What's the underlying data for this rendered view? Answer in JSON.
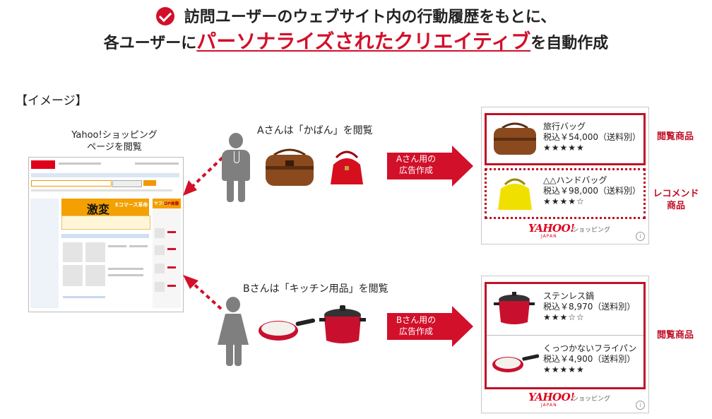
{
  "headline": {
    "line1": "訪問ユーザーのウェブサイト内の行動履歴をもとに、",
    "line2_prefix": "各ユーザーに",
    "line2_emphasis": "パーソナライズされたクリエイティブ",
    "line2_suffix": "を自動作成"
  },
  "image_label": "【イメージ】",
  "page_caption": [
    "Yahoo!ショッピング",
    "ページを閲覧"
  ],
  "mock_page": {
    "banner_text": "激変",
    "banner_sub": "Eコマース革命",
    "banner_right": "ヤフオク!",
    "banner_right_sub": "DP画像"
  },
  "user_a": {
    "sentence": "Aさんは「かばん」を閲覧",
    "arrow_label": [
      "Aさん用の",
      "広告作成"
    ]
  },
  "user_b": {
    "sentence": "Bさんは「キッチン用品」を閲覧",
    "arrow_label": [
      "Bさん用の",
      "広告作成"
    ]
  },
  "ad_a": {
    "items": [
      {
        "name": "旅行バッグ",
        "price": "税込￥54,000（送料別）",
        "stars": "★★★★★"
      },
      {
        "name": "△△ハンドバッグ",
        "price": "税込￥98,000（送料別）",
        "stars": "★★★★☆"
      }
    ],
    "labels": {
      "viewed": "閲覧商品",
      "recommend": [
        "レコメンド",
        "商品"
      ]
    }
  },
  "ad_b": {
    "items": [
      {
        "name": "ステンレス鍋",
        "price": "税込￥8,970（送料別）",
        "stars": "★★★☆☆"
      },
      {
        "name": "くっつかないフライパン",
        "price": "税込￥4,900（送料別）",
        "stars": "★★★★★"
      }
    ],
    "labels": {
      "viewed": "閲覧商品"
    }
  },
  "brand": {
    "logo": "YAHOO!",
    "japan": "JAPAN",
    "shop": "ショッピング"
  },
  "colors": {
    "accent": "#d2102a",
    "gray_person": "#7f7f7f"
  }
}
